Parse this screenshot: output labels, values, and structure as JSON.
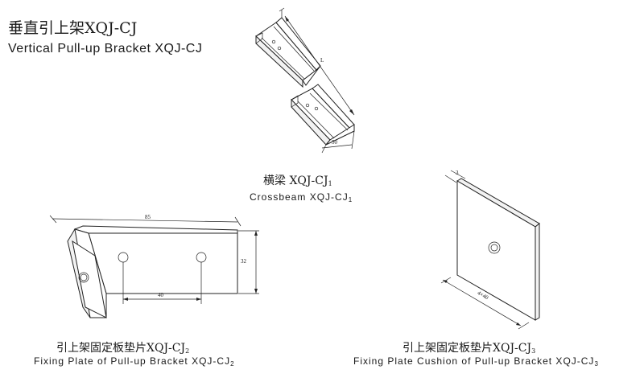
{
  "title": {
    "cn": "垂直引上架",
    "code": "XQJ-CJ",
    "en": "Vertical Pull-up Bracket  XQJ-CJ"
  },
  "crossbeam": {
    "cn": "横梁",
    "code": "XQJ-CJ",
    "sub": "1",
    "en": "Crossbeam  XQJ-CJ",
    "dim_length": "L",
    "dim_width": "50"
  },
  "fixing_plate": {
    "cn": "引上架固定板垫片",
    "code": "XQJ-CJ",
    "sub": "2",
    "en": "Fixing Plate of Pull-up Bracket  XQJ-CJ",
    "dim_top": "85",
    "dim_side": "32",
    "dim_holes": "40"
  },
  "cushion": {
    "cn": "引上架固定板垫片",
    "code": "XQJ-CJ",
    "sub": "3",
    "en": "Fixing Plate Cushion of Pull-up Bracket  XQJ-CJ",
    "dim_thickness": "3",
    "dim_side": "4×40"
  }
}
